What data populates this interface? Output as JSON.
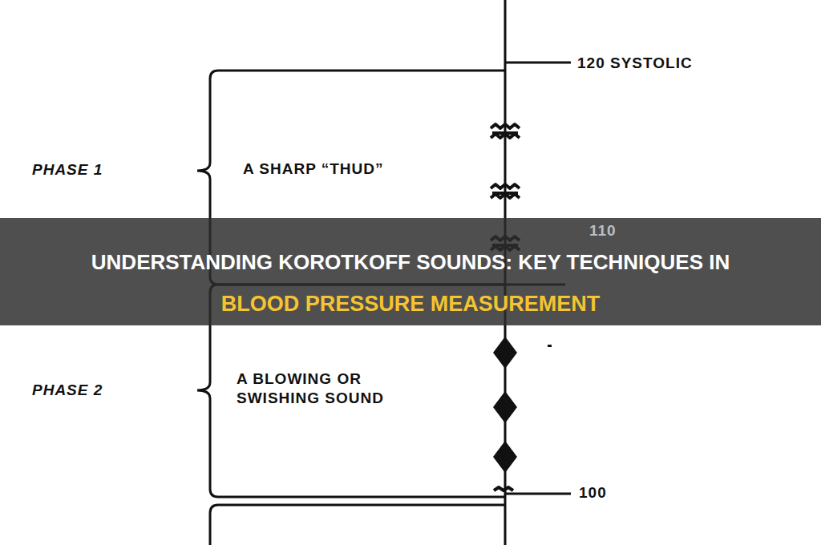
{
  "diagram": {
    "labels": [
      "120 SYSTOLIC",
      "PHASE 1",
      "A SHARP “THUD”",
      "110",
      "PHASE 2",
      "A BLOWING OR SWISHING SOUND",
      "100",
      "UNDERSTANDING KOROTKOFF SOUNDS: KEY TECHNIQUES IN",
      "BLOOD PRESSURE MEASUREMENT"
    ]
  }
}
